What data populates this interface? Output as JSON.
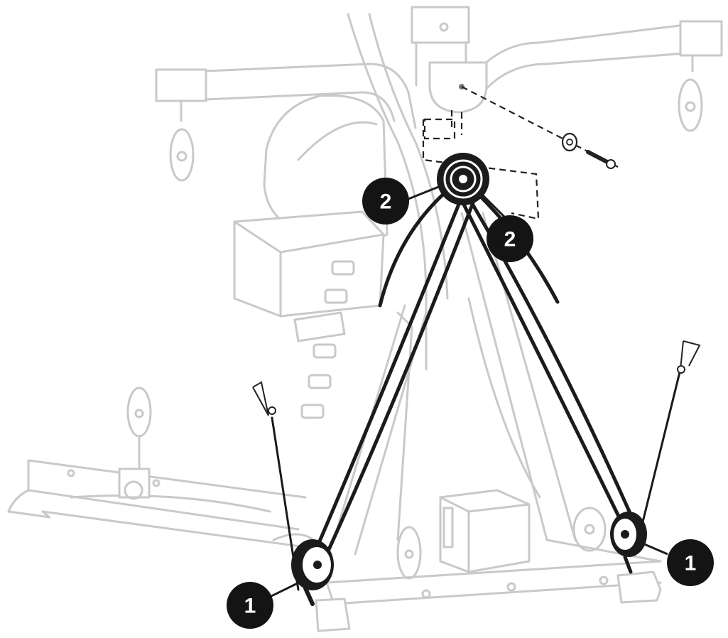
{
  "callouts": {
    "pulley_lower_left": "1",
    "pulley_lower_right": "1",
    "pulley_upper_left": "2",
    "pulley_upper_right": "2"
  },
  "colors": {
    "frame": "#c9c9c9",
    "cable": "#1b1b1b",
    "callout": "#141414"
  }
}
